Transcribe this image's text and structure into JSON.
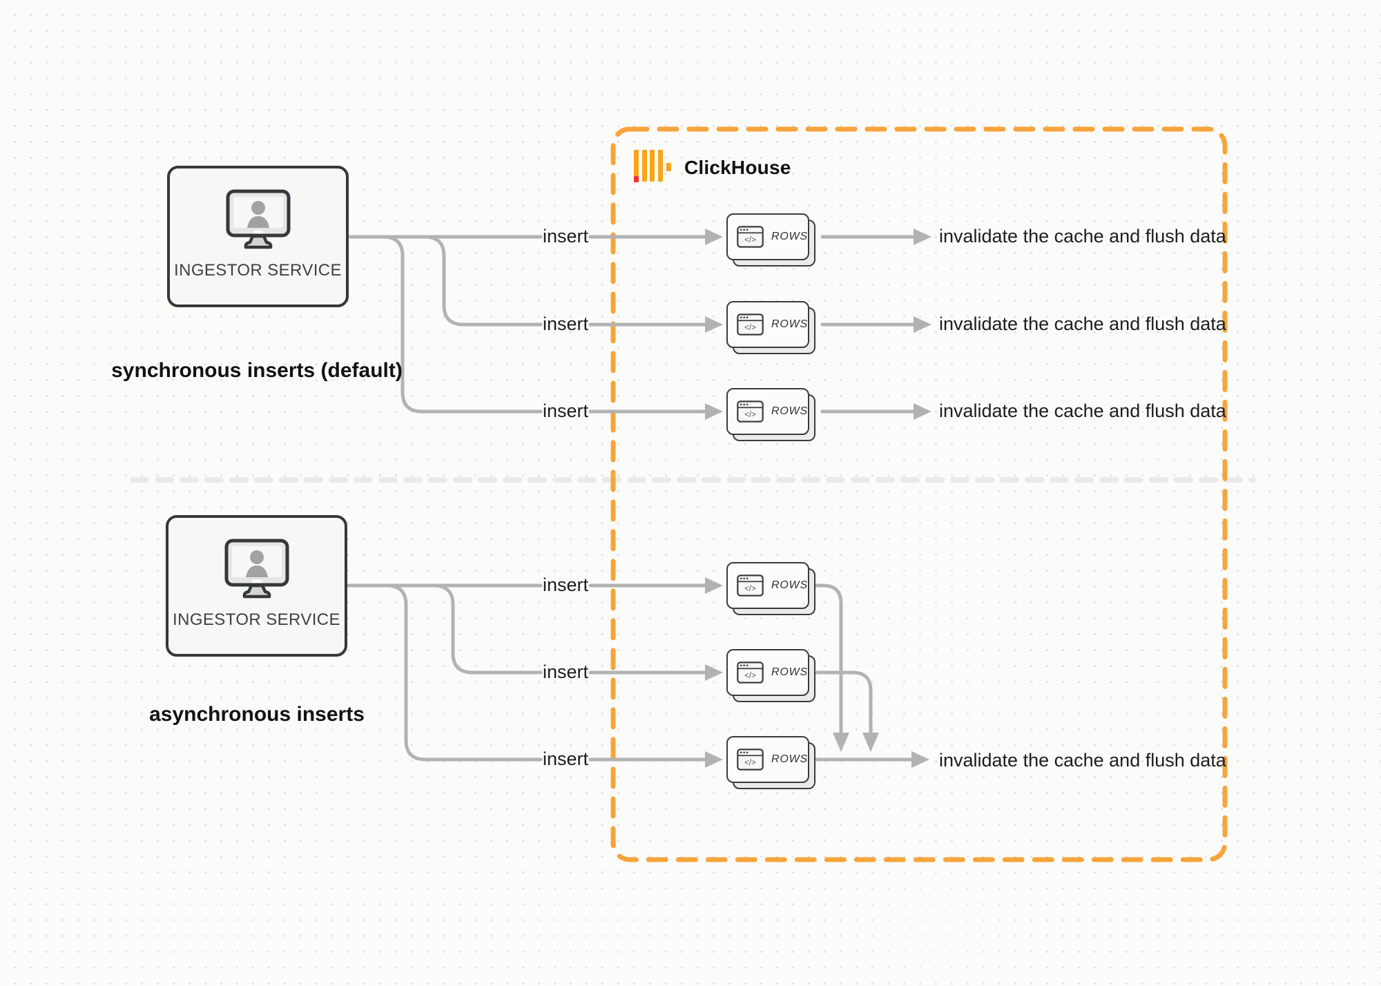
{
  "clickhouse_box": {
    "title": "ClickHouse"
  },
  "glyphs": {
    "code": "</>"
  },
  "colors": {
    "accent_orange": "#f7a43c",
    "brand_yellow": "#faa41a",
    "brand_red": "#f5312a",
    "arrow_gray": "#b2b2b2",
    "divider_gray": "#eaeae8"
  },
  "sync_section": {
    "service": {
      "label": "INGESTOR SERVICE"
    },
    "caption": "synchronous inserts (default)",
    "flows": [
      {
        "insert_label": "insert",
        "table_label": "ROWS",
        "result_label": "invalidate the cache and flush data"
      },
      {
        "insert_label": "insert",
        "table_label": "ROWS",
        "result_label": "invalidate the cache and flush data"
      },
      {
        "insert_label": "insert",
        "table_label": "ROWS",
        "result_label": "invalidate the cache and flush data"
      }
    ]
  },
  "async_section": {
    "service": {
      "label": "INGESTOR SERVICE"
    },
    "caption": "asynchronous inserts",
    "flows": [
      {
        "insert_label": "insert",
        "table_label": "ROWS"
      },
      {
        "insert_label": "insert",
        "table_label": "ROWS"
      },
      {
        "insert_label": "insert",
        "table_label": "ROWS",
        "result_label": "invalidate the cache and flush data"
      }
    ]
  }
}
